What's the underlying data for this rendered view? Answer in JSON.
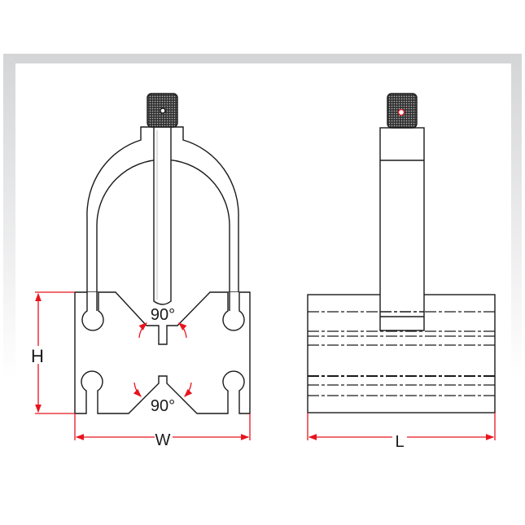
{
  "front_view": {
    "angle_top_label": "90°",
    "angle_bottom_label": "90°",
    "height_label": "H",
    "width_label": "W"
  },
  "side_view": {
    "length_label": "L"
  },
  "colors": {
    "line": "#1a1a1a",
    "dimension": "#e8141e",
    "frame": "#d4d5d7"
  }
}
